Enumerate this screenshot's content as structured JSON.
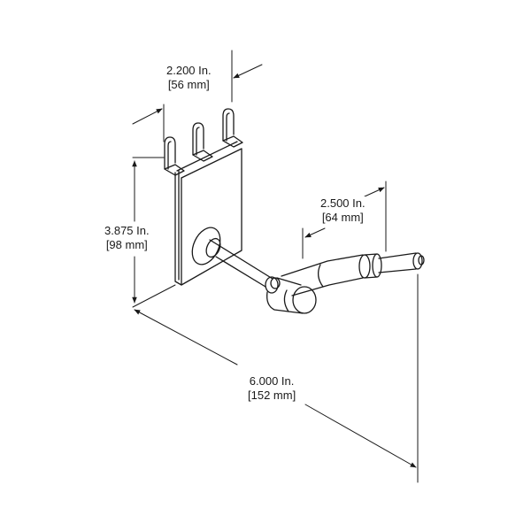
{
  "drawing": {
    "subject": "Pegboard hook with J-style bracket",
    "line_color": "#1a1a1a",
    "background": "#ffffff"
  },
  "dimensions": {
    "width": {
      "imperial": "2.200 In.",
      "metric": "[56 mm]"
    },
    "height": {
      "imperial": "3.875 In.",
      "metric": "[98 mm]"
    },
    "tip": {
      "imperial": "2.500 In.",
      "metric": "[64 mm]"
    },
    "length": {
      "imperial": "6.000 In.",
      "metric": "[152 mm]"
    }
  }
}
